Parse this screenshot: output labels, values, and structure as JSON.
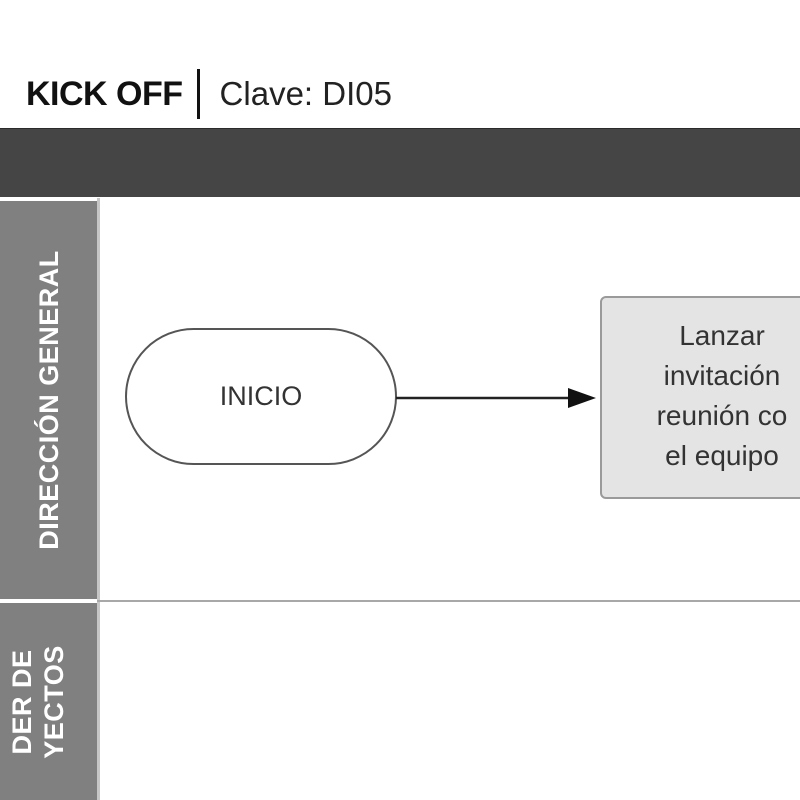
{
  "header": {
    "title": "KICK OFF",
    "code": "Clave: DI05"
  },
  "lanes": [
    {
      "label": "DIRECCIÓN GENERAL"
    },
    {
      "label": "DER DE\nYECTOS"
    }
  ],
  "nodes": {
    "start": {
      "label": "INICIO",
      "shape": "terminator"
    },
    "task": {
      "label": "Lanzar\ninvitación\nreunión co\nel equipo",
      "shape": "process"
    }
  },
  "colors": {
    "header_band": "#454545",
    "lane_label_bg": "#808080",
    "process_fill": "#e4e4e4"
  }
}
